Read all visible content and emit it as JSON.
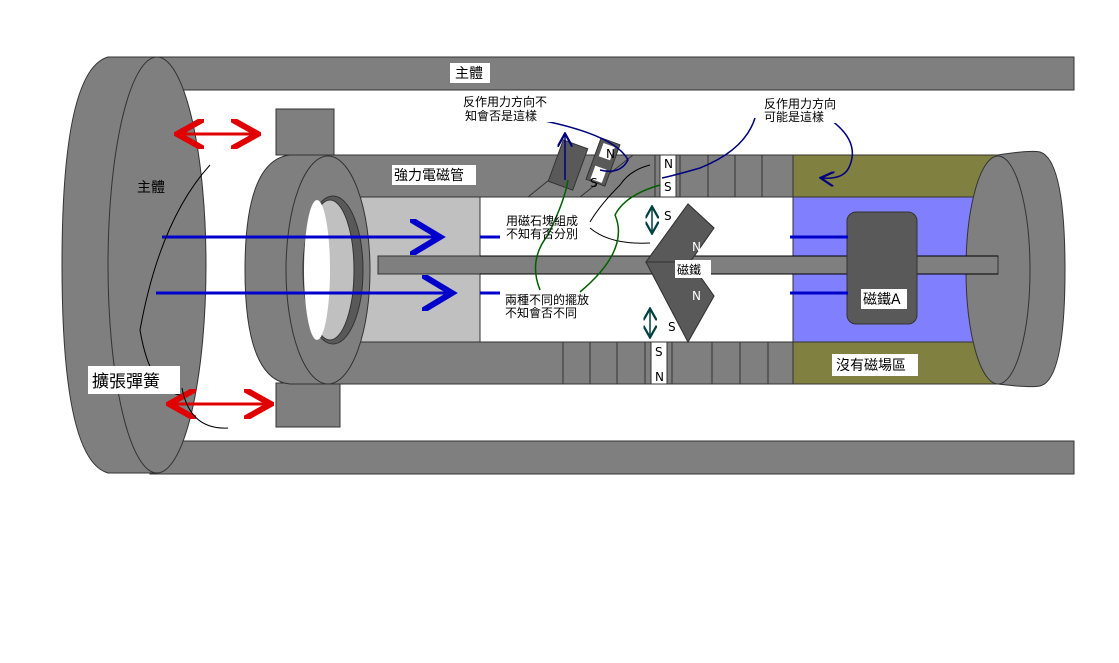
{
  "labels": {
    "main_body_top": "主體",
    "main_body_left": "主體",
    "reaction_force_uncertain": [
      "反作用力方向不",
      "知會否是這樣"
    ],
    "reaction_force_possible": [
      "反作用力方向",
      "可能是這樣"
    ],
    "strong_solenoid": "強力電磁管",
    "magnet_block_combo": [
      "用磁石塊組成",
      "不知有否分別"
    ],
    "two_arrangements": [
      "兩種不同的擺放",
      "不知會否不同"
    ],
    "magnet_center": "磁鐵",
    "magnet_a": "磁鐵A",
    "no_magnetic_field_zone": "沒有磁場區",
    "expansion_spring": "擴張彈簧"
  },
  "poles": {
    "north": "N",
    "south": "S"
  },
  "colors": {
    "body_gray": "#7f7f7f",
    "dark_gray": "#595959",
    "light_gray": "#c0c0c0",
    "field_blue": "#8080ff",
    "field_zone_olive": "#808040",
    "flux_arrow_blue": "#0000cc",
    "spring_arrow_red": "#e00000",
    "force_curve_navy": "#000080",
    "note_curve_green": "#006000"
  }
}
